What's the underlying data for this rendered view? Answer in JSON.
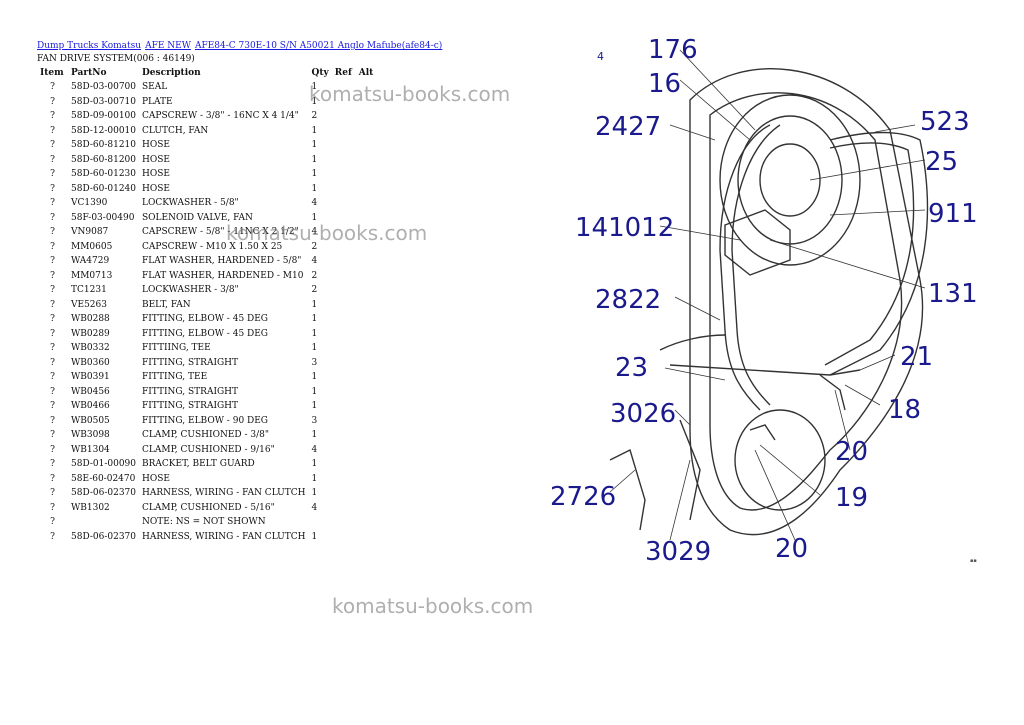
{
  "breadcrumb": [
    "Dump Trucks Komatsu",
    "AFE NEW",
    "AFE84-C 730E-10 S/N A50021 Anglo Mafube(afe84-c)"
  ],
  "section_title": "FAN DRIVE SYSTEM(006 : 46149)",
  "table": {
    "headers": [
      "Item",
      "PartNo",
      "Description",
      "Qty",
      "Ref",
      "Alt"
    ],
    "rows": [
      [
        "?",
        "58D-03-00700",
        "SEAL",
        "1"
      ],
      [
        "?",
        "58D-03-00710",
        "PLATE",
        "1"
      ],
      [
        "?",
        "58D-09-00100",
        "CAPSCREW - 3/8\" - 16NC X 4 1/4\"",
        "2"
      ],
      [
        "?",
        "58D-12-00010",
        "CLUTCH, FAN",
        "1"
      ],
      [
        "?",
        "58D-60-81210",
        "HOSE",
        "1"
      ],
      [
        "?",
        "58D-60-81200",
        "HOSE",
        "1"
      ],
      [
        "?",
        "58D-60-01230",
        "HOSE",
        "1"
      ],
      [
        "?",
        "58D-60-01240",
        "HOSE",
        "1"
      ],
      [
        "?",
        "VC1390",
        "LOCKWASHER - 5/8\"",
        "4"
      ],
      [
        "?",
        "58F-03-00490",
        "SOLENOID VALVE, FAN",
        "1"
      ],
      [
        "?",
        "VN9087",
        "CAPSCREW - 5/8\" - 11NC X 2 1/2\"",
        "4"
      ],
      [
        "?",
        "MM0605",
        "CAPSCREW - M10 X 1.50 X 25",
        "2"
      ],
      [
        "?",
        "WA4729",
        "FLAT WASHER, HARDENED - 5/8\"",
        "4"
      ],
      [
        "?",
        "MM0713",
        "FLAT WASHER, HARDENED - M10",
        "2"
      ],
      [
        "?",
        "TC1231",
        "LOCKWASHER - 3/8\"",
        "2"
      ],
      [
        "?",
        "VE5263",
        "BELT, FAN",
        "1"
      ],
      [
        "?",
        "WB0288",
        "FITTING, ELBOW - 45 DEG",
        "1"
      ],
      [
        "?",
        "WB0289",
        "FITTING, ELBOW - 45 DEG",
        "1"
      ],
      [
        "?",
        "WB0332",
        "FITTIING, TEE",
        "1"
      ],
      [
        "?",
        "WB0360",
        "FITTING, STRAIGHT",
        "3"
      ],
      [
        "?",
        "WB0391",
        "FITTING, TEE",
        "1"
      ],
      [
        "?",
        "WB0456",
        "FITTING, STRAIGHT",
        "1"
      ],
      [
        "?",
        "WB0466",
        "FITTING, STRAIGHT",
        "1"
      ],
      [
        "?",
        "WB0505",
        "FITTING, ELBOW - 90 DEG",
        "3"
      ],
      [
        "?",
        "WB3098",
        "CLAMP, CUSHIONED - 3/8\"",
        "1"
      ],
      [
        "?",
        "WB1304",
        "CLAMP, CUSHIONED - 9/16\"",
        "4"
      ],
      [
        "?",
        "58D-01-00090",
        "BRACKET, BELT GUARD",
        "1"
      ],
      [
        "?",
        "58E-60-02470",
        "HOSE",
        "1"
      ],
      [
        "?",
        "58D-06-02370",
        "HARNESS, WIRING - FAN CLUTCH",
        "1"
      ],
      [
        "?",
        "WB1302",
        "CLAMP, CUSHIONED - 5/16\"",
        "4"
      ],
      [
        "?",
        "",
        "NOTE: NS = NOT SHOWN",
        ""
      ],
      [
        "?",
        "58D-06-02370",
        "HARNESS, WIRING - FAN CLUTCH",
        "1"
      ]
    ]
  },
  "watermarks": [
    "komatsu-books.com",
    "komatsu-books.com",
    "komatsu-books.com"
  ],
  "diagram": {
    "figure_number": "4",
    "callouts": [
      "176",
      "16",
      "2427",
      "523",
      "25",
      "911",
      "141012",
      "131",
      "2822",
      "21",
      "23",
      "18",
      "3026",
      "20",
      "19",
      "2726",
      "3029",
      "20"
    ]
  }
}
